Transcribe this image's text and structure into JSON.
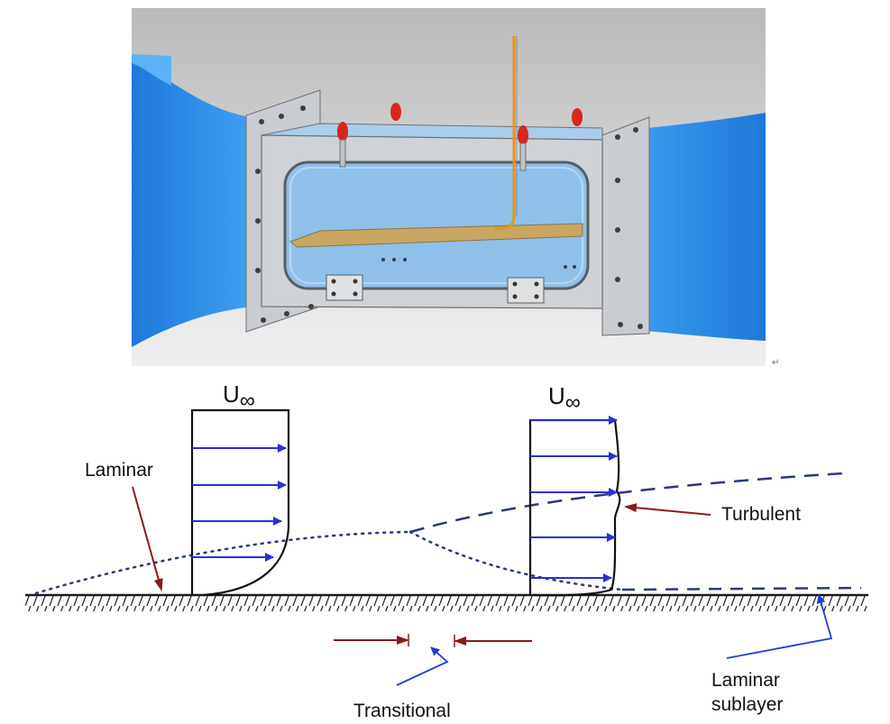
{
  "free_stream_label": "U",
  "free_stream_subscript": "∞",
  "labels": {
    "laminar": "Laminar",
    "turbulent": "Turbulent",
    "transitional": "Transitional",
    "laminar_sublayer_line1": "Laminar",
    "laminar_sublayer_line2": "sublayer"
  },
  "colors": {
    "duct_blue": "#2f8fe6",
    "flange_gray": "#c9ccd0",
    "window_blue": "#8fc0ea",
    "plate_tan": "#c9a763",
    "handle_red": "#d9251d",
    "probe_orange": "#e8941a",
    "velocity_arrow": "#2b2fd8",
    "pointer_arrow": "#8b1a1a",
    "wall": "#1a1a1a"
  }
}
